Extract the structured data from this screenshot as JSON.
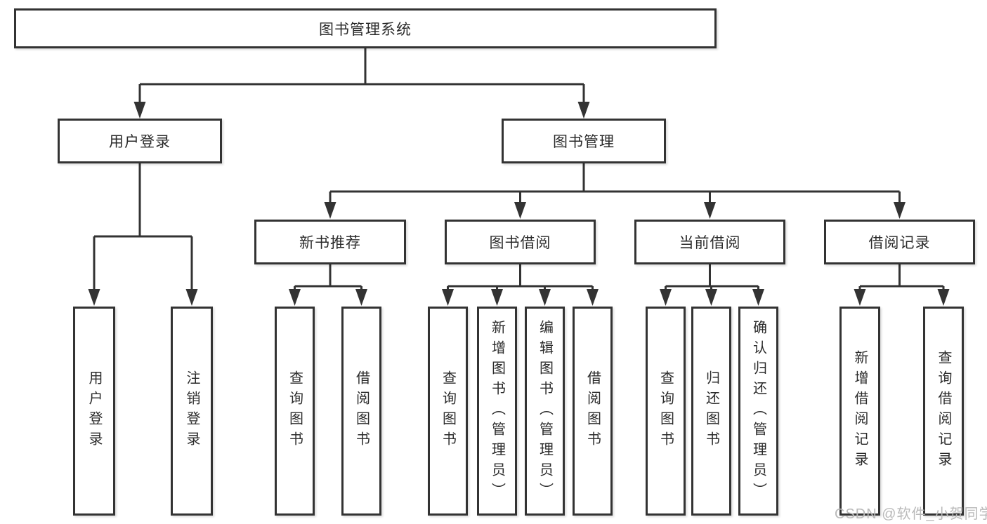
{
  "diagram": {
    "watermark": "CSDN @软件_小贺同学",
    "colors": {
      "line": "#333333",
      "box_border": "#333333",
      "text": "#2b2b2b",
      "watermark": "#b9b9b9",
      "background": "#ffffff"
    },
    "root": {
      "label": "图书管理系统"
    },
    "branches": [
      {
        "label": "用户登录",
        "children": [
          {
            "label": "用户登录"
          },
          {
            "label": "注销登录"
          }
        ]
      },
      {
        "label": "图书管理",
        "children": [
          {
            "label": "新书推荐",
            "children": [
              {
                "label": "查询图书"
              },
              {
                "label": "借阅图书"
              }
            ]
          },
          {
            "label": "图书借阅",
            "children": [
              {
                "label": "查询图书"
              },
              {
                "label": "新增图书（管理员）"
              },
              {
                "label": "编辑图书（管理员）"
              },
              {
                "label": "借阅图书"
              }
            ]
          },
          {
            "label": "当前借阅",
            "children": [
              {
                "label": "查询图书"
              },
              {
                "label": "归还图书"
              },
              {
                "label": "确认归还（管理员）"
              }
            ]
          },
          {
            "label": "借阅记录",
            "children": [
              {
                "label": "新增借阅记录"
              },
              {
                "label": "查询借阅记录"
              }
            ]
          }
        ]
      }
    ]
  }
}
